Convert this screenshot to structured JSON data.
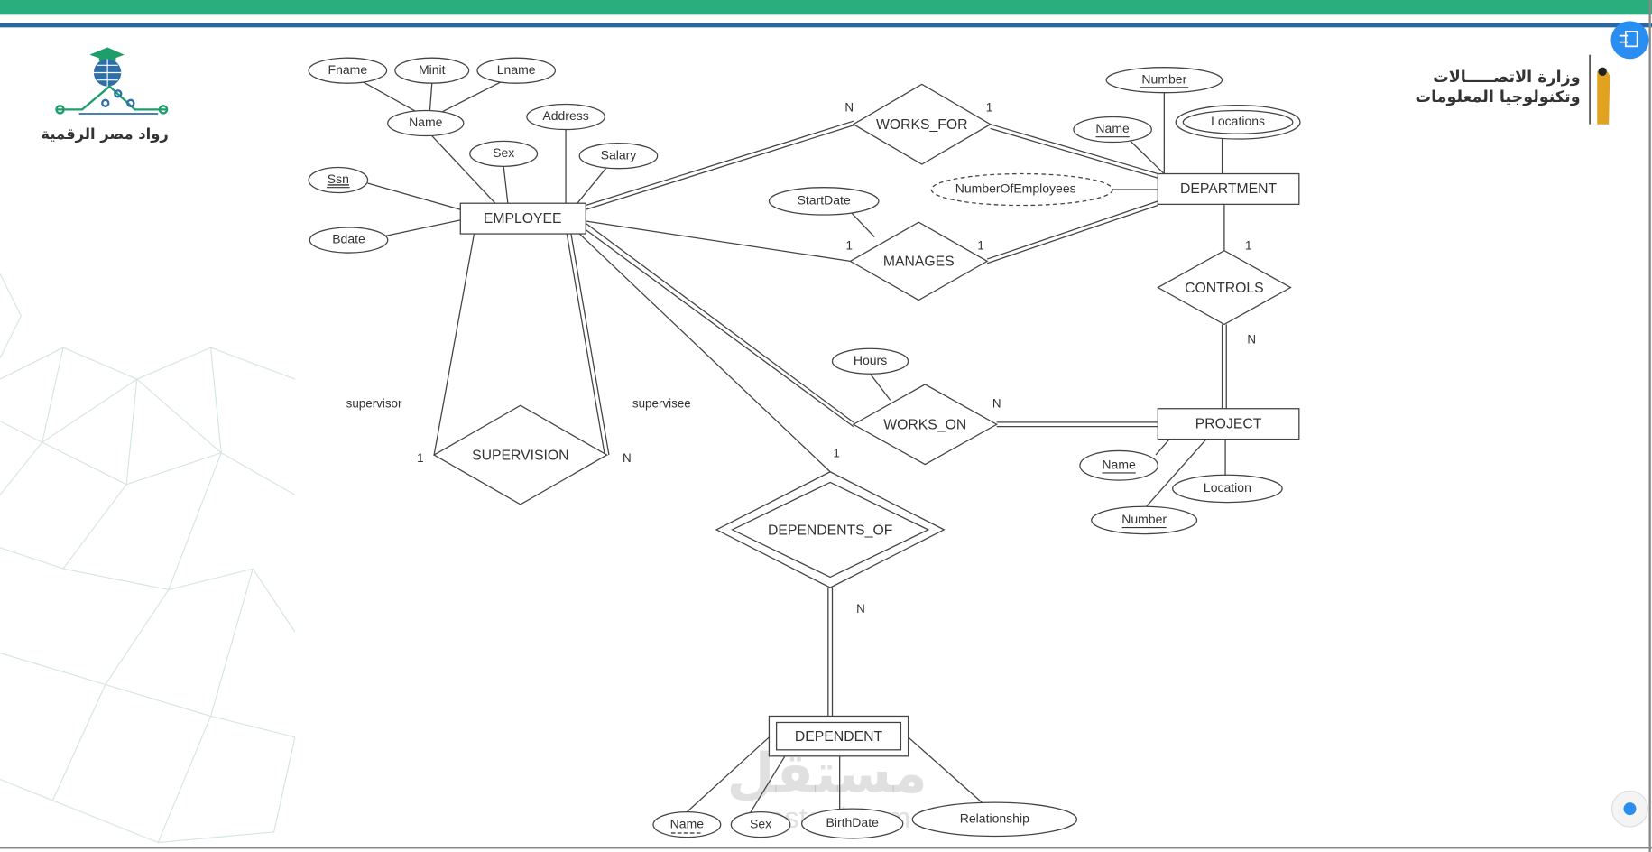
{
  "header": {
    "green": "#2bae7e",
    "blue": "#2a66a0"
  },
  "logos": {
    "left_text": "رواد مصر الرقمية",
    "right_line1": "وزارة الاتصـــــالات",
    "right_line2": "وتكنولوجيا المعلومات"
  },
  "watermark": {
    "arabic": "مستقل",
    "latin": "mostaql.com"
  },
  "entities": {
    "employee": "EMPLOYEE",
    "department": "DEPARTMENT",
    "project": "PROJECT",
    "dependent": "DEPENDENT"
  },
  "relationships": {
    "works_for": "WORKS_FOR",
    "manages": "MANAGES",
    "controls": "CONTROLS",
    "works_on": "WORKS_ON",
    "supervision": "SUPERVISION",
    "dependents_of": "DEPENDENTS_OF"
  },
  "attributes": {
    "fname": "Fname",
    "minit": "Minit",
    "lname": "Lname",
    "emp_name": "Name",
    "address": "Address",
    "sex": "Sex",
    "salary": "Salary",
    "ssn": "Ssn",
    "bdate": "Bdate",
    "dept_number": "Number",
    "dept_name": "Name",
    "locations": "Locations",
    "num_employees": "NumberOfEmployees",
    "start_date": "StartDate",
    "hours": "Hours",
    "proj_name": "Name",
    "proj_location": "Location",
    "proj_number": "Number",
    "dep_name": "Name",
    "dep_sex": "Sex",
    "birth_date": "BirthDate",
    "relationship": "Relationship"
  },
  "cardinalities": {
    "works_for_emp": "N",
    "works_for_dept": "1",
    "manages_emp": "1",
    "manages_dept": "1",
    "controls_dept": "1",
    "controls_proj": "N",
    "works_on_proj": "N",
    "supervision_supervisor": "1",
    "supervision_supervisee": "N",
    "dependents_of_emp": "1",
    "dependents_of_dep": "N"
  },
  "roles": {
    "supervisor": "supervisor",
    "supervisee": "supervisee"
  }
}
